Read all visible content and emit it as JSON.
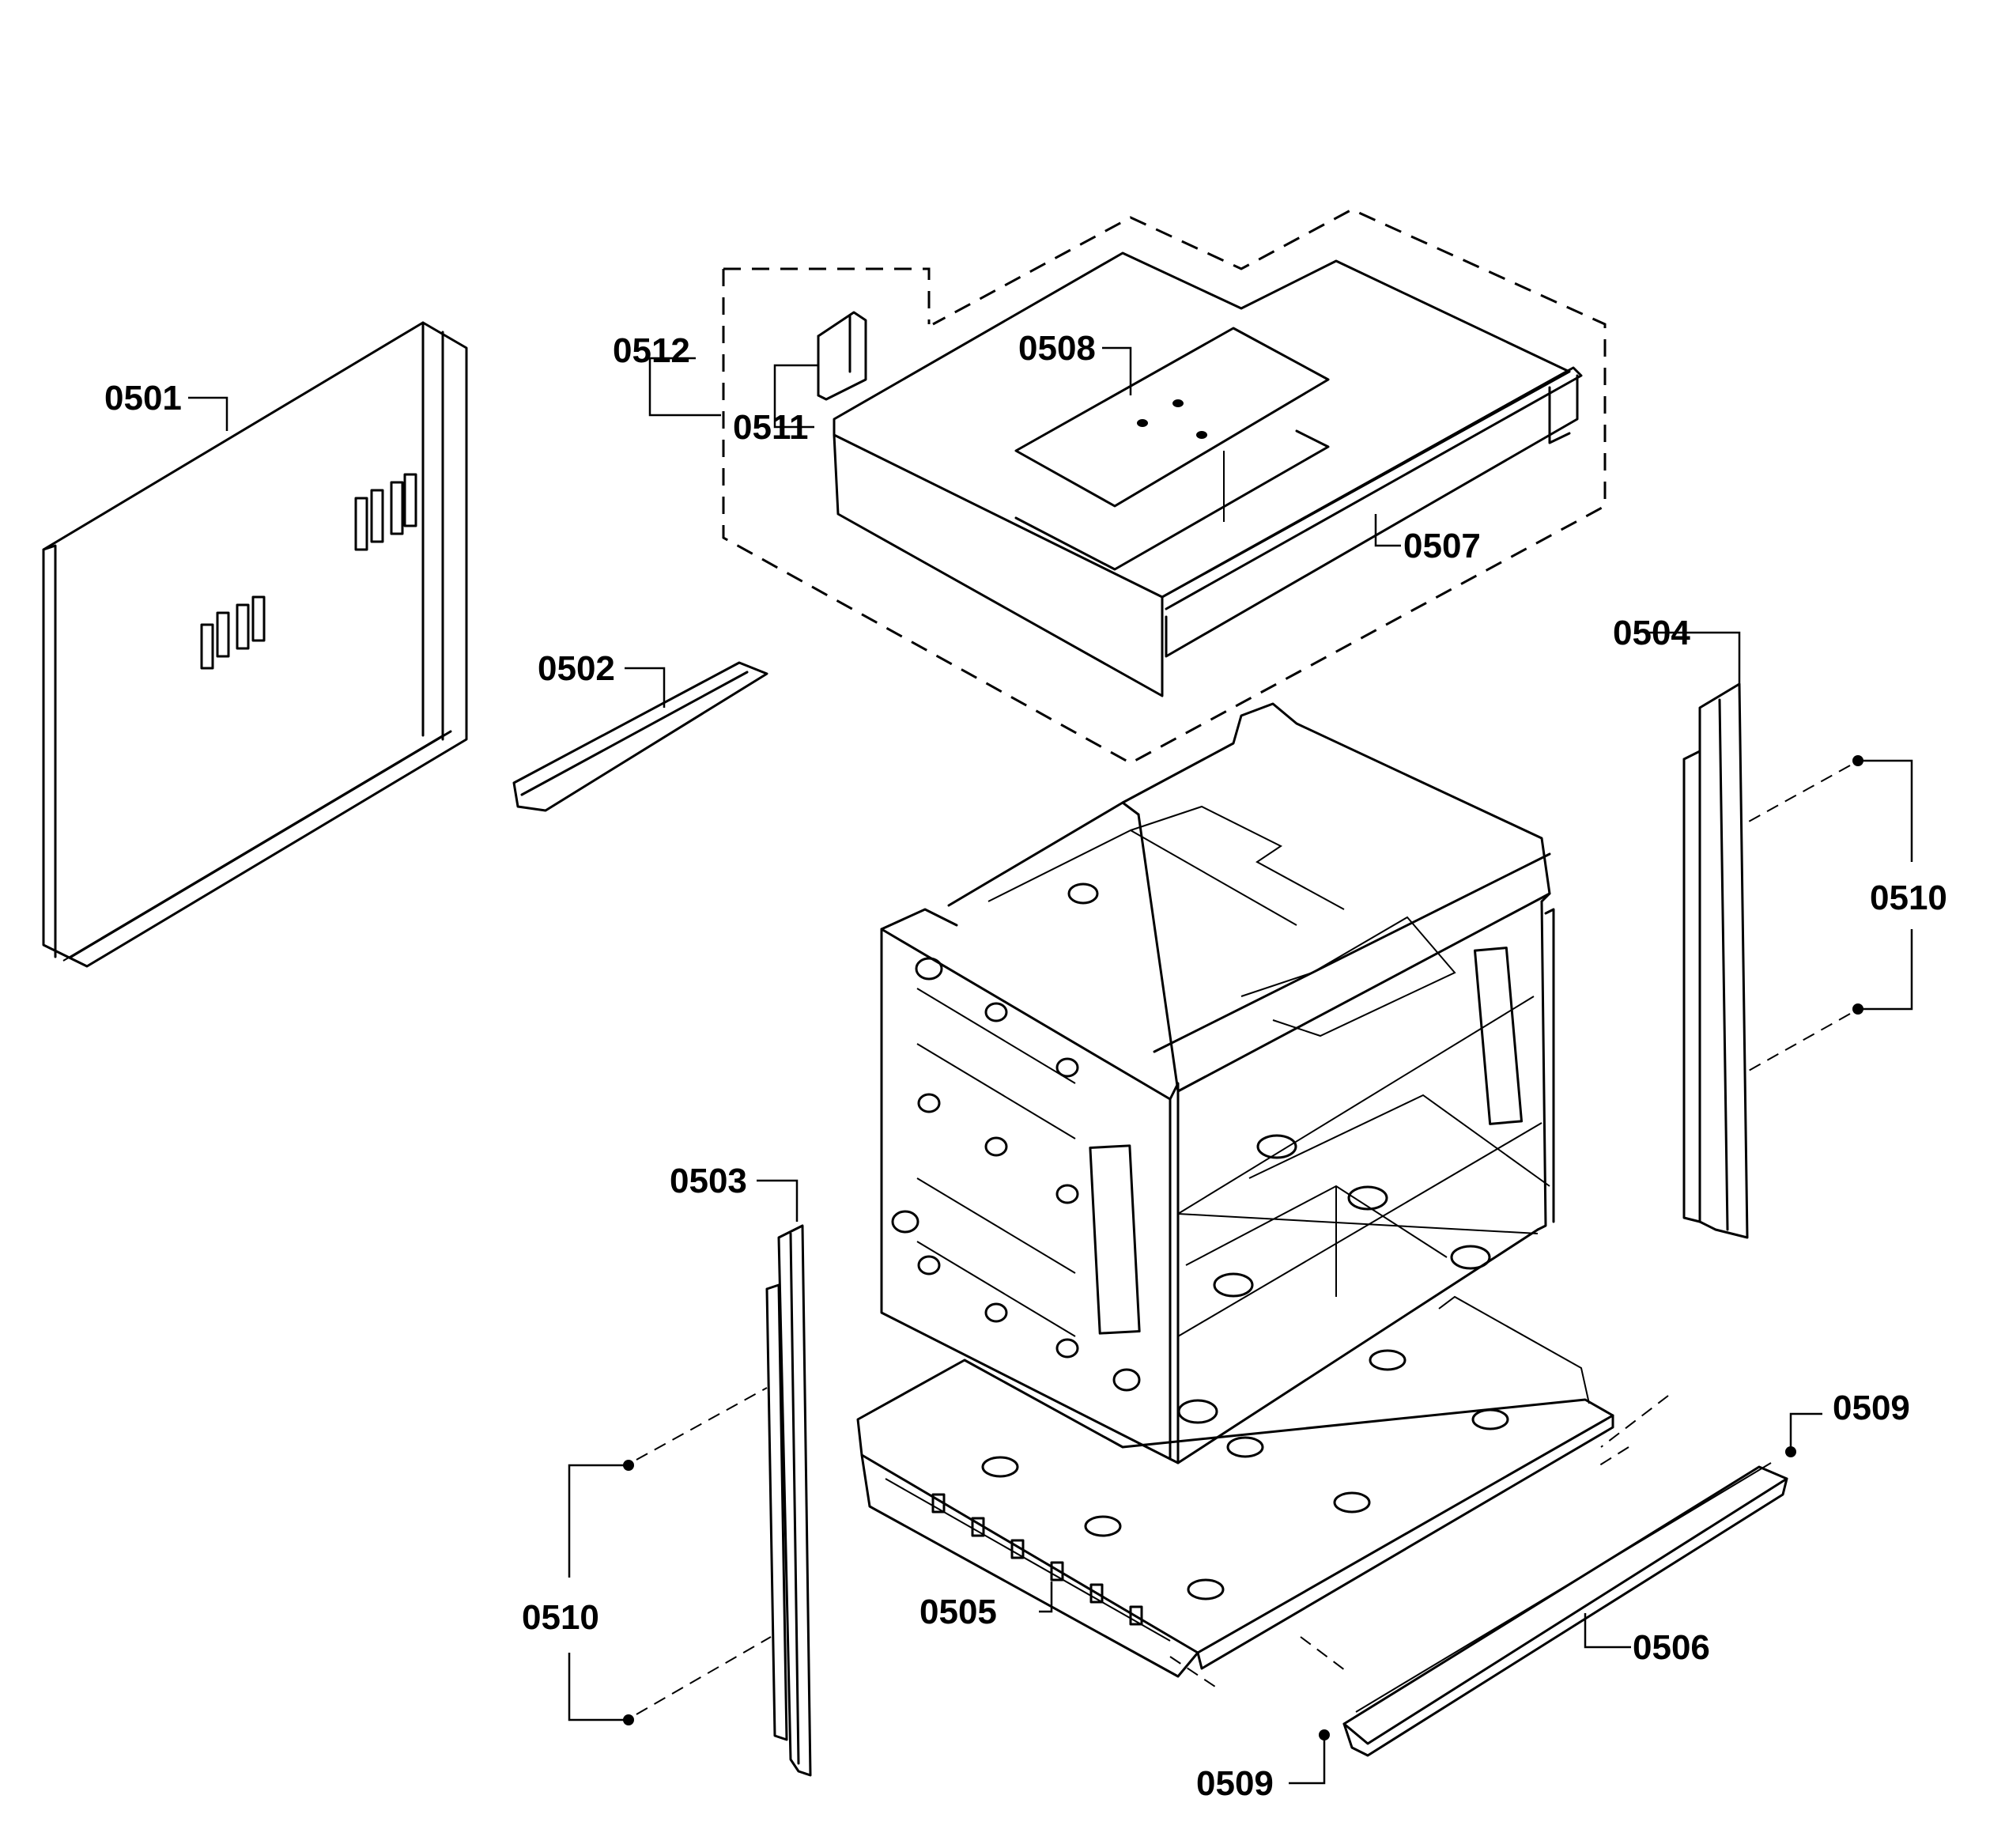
{
  "labels": {
    "p0501": "0501",
    "p0502": "0502",
    "p0503": "0503",
    "p0504": "0504",
    "p0505": "0505",
    "p0506": "0506",
    "p0507": "0507",
    "p0508": "0508",
    "p0509_top": "0509",
    "p0509_bottom": "0509",
    "p0510_left": "0510",
    "p0510_right": "0510",
    "p0511": "0511",
    "p0512": "0512"
  }
}
